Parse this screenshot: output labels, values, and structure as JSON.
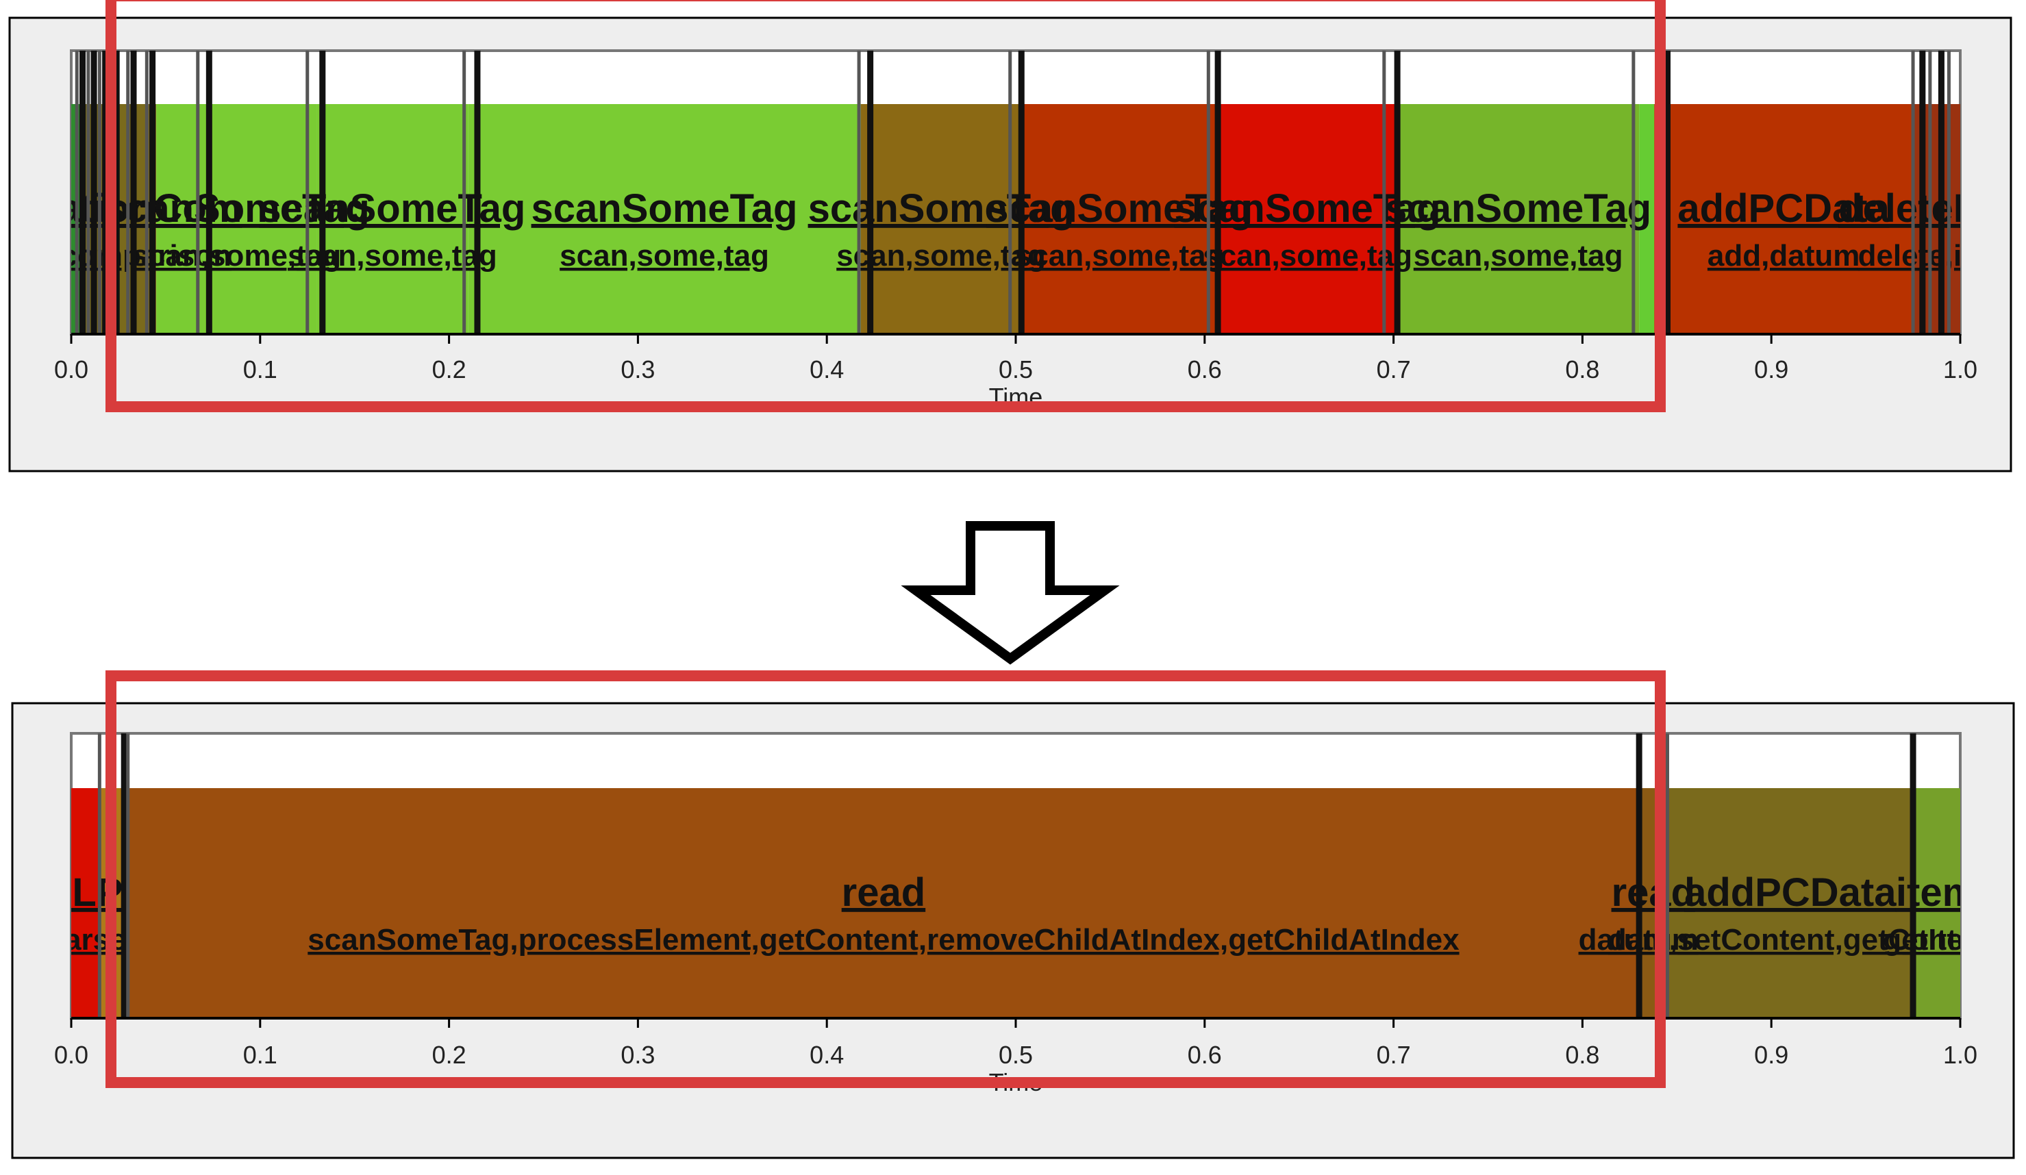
{
  "chart_data": [
    {
      "type": "timeline",
      "xlabel": "Time",
      "xlim": [
        0.0,
        1.0
      ],
      "xticks": [
        "0.0",
        "0.1",
        "0.2",
        "0.3",
        "0.4",
        "0.5",
        "0.6",
        "0.7",
        "0.8",
        "0.9",
        "1.0"
      ],
      "segments": [
        {
          "start": 0.0,
          "end": 0.005,
          "color": "#2e8b2e",
          "name": "",
          "sub": ""
        },
        {
          "start": 0.005,
          "end": 0.045,
          "color": "#7a6a1c",
          "name": "alizationCom",
          "sub": "fdd,comparison"
        },
        {
          "start": 0.045,
          "end": 0.13,
          "color": "#7acc33",
          "name": "scanSomeTag",
          "sub": "scan,some,tag"
        },
        {
          "start": 0.13,
          "end": 0.21,
          "color": "#7acc33",
          "name": "scanSomeTag",
          "sub": "scan,some,tag"
        },
        {
          "start": 0.21,
          "end": 0.418,
          "color": "#7acc33",
          "name": "scanSomeTag",
          "sub": "scan,some,tag"
        },
        {
          "start": 0.418,
          "end": 0.503,
          "color": "#8b6914",
          "name": "scanSomeTag",
          "sub": "scan,some,tag"
        },
        {
          "start": 0.503,
          "end": 0.607,
          "color": "#b83200",
          "name": "scanSomeTag",
          "sub": "scan,some,tag"
        },
        {
          "start": 0.607,
          "end": 0.702,
          "color": "#d90d00",
          "name": "scanSomeTag",
          "sub": "scan,some,tag"
        },
        {
          "start": 0.702,
          "end": 0.83,
          "color": "#76b52a",
          "name": "scanSomeTag",
          "sub": "scan,some,tag"
        },
        {
          "start": 0.83,
          "end": 0.838,
          "color": "#66cc33",
          "name": "",
          "sub": ""
        },
        {
          "start": 0.838,
          "end": 0.975,
          "color": "#b83200",
          "name": "addPCData",
          "sub": "add,datum"
        },
        {
          "start": 0.975,
          "end": 1.0,
          "color": "#9a3210",
          "name": "deleteItem",
          "sub": "delete,item"
        }
      ],
      "tick_lines": [
        0.003,
        0.006,
        0.009,
        0.012,
        0.015,
        0.018,
        0.021,
        0.024,
        0.03,
        0.033,
        0.04,
        0.043,
        0.067,
        0.073,
        0.125,
        0.133,
        0.208,
        0.215,
        0.417,
        0.423,
        0.497,
        0.503,
        0.602,
        0.607,
        0.695,
        0.702,
        0.827,
        0.845,
        0.975,
        0.98,
        0.984,
        0.99,
        0.994
      ]
    },
    {
      "type": "timeline",
      "xlabel": "Time",
      "xlim": [
        0.0,
        1.0
      ],
      "xticks": [
        "0.0",
        "0.1",
        "0.2",
        "0.3",
        "0.4",
        "0.5",
        "0.6",
        "0.7",
        "0.8",
        "0.9",
        "1.0"
      ],
      "segments": [
        {
          "start": 0.0,
          "end": 0.015,
          "color": "#d90d00",
          "name": "LLP",
          "sub": "Parse"
        },
        {
          "start": 0.015,
          "end": 0.03,
          "color": "#b07a1a",
          "name": "",
          "sub": ""
        },
        {
          "start": 0.03,
          "end": 0.83,
          "color": "#9b4e0e",
          "name": "read",
          "sub": "scanSomeTag,processElement,getContent,removeChildAtIndex,getChildAtIndex"
        },
        {
          "start": 0.83,
          "end": 0.845,
          "color": "#8b5a14",
          "name": "read",
          "sub": "datum"
        },
        {
          "start": 0.845,
          "end": 0.975,
          "color": "#7a6a1c",
          "name": "addPCData",
          "sub": "datum,setContent,getContent"
        },
        {
          "start": 0.975,
          "end": 1.0,
          "color": "#76a02a",
          "name": "item",
          "sub": "getItem"
        }
      ],
      "tick_lines": [
        0.015,
        0.028,
        0.03,
        0.83,
        0.845,
        0.975
      ]
    }
  ],
  "colors": {
    "highlight": "#d83c3c",
    "frame": "#000000",
    "panel_bg": "#eeeeee"
  },
  "icons": {
    "transform_arrow": "down-arrow-icon"
  }
}
